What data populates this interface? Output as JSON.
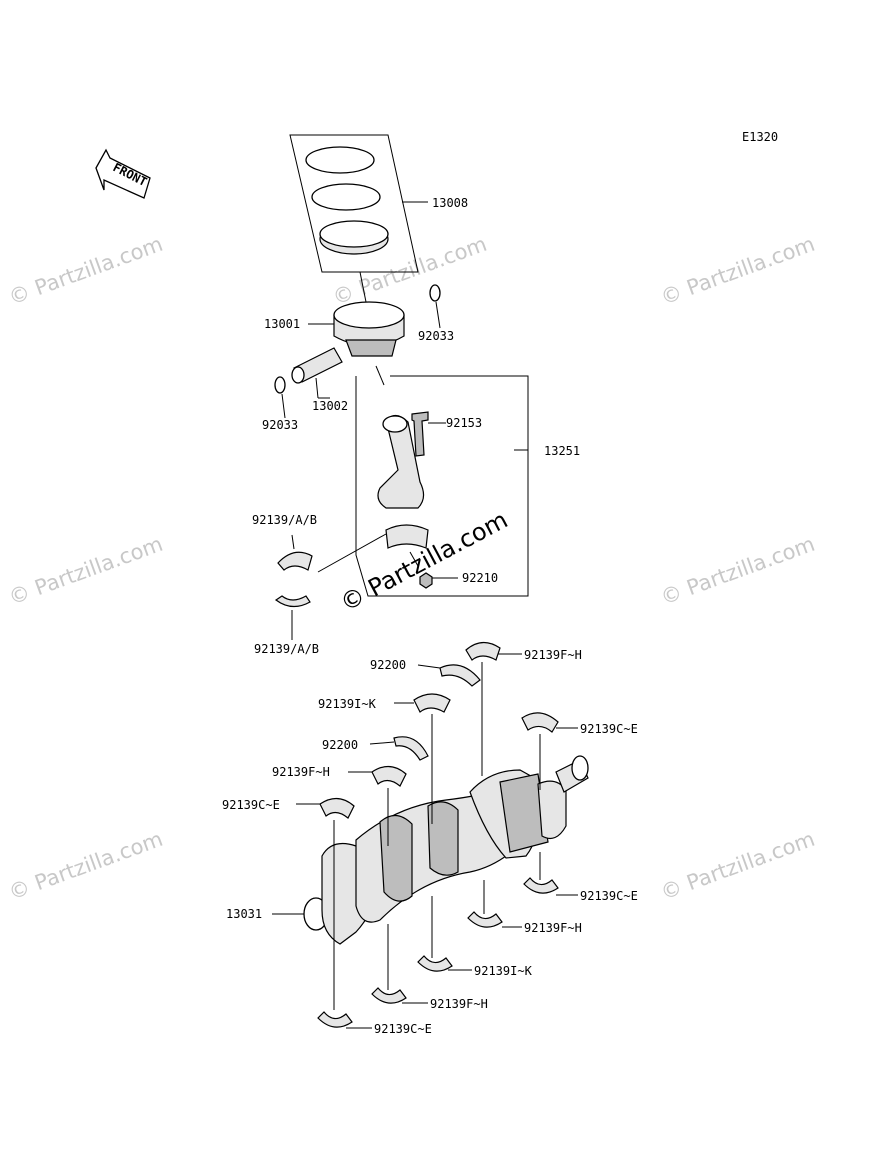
{
  "diagram_code": "E1320",
  "front_label": "FRONT",
  "watermark_text": "© Partzilla.com",
  "center_watermark": "© Partzilla.com",
  "parts": {
    "piston_ring_set": "13008",
    "piston": "13001",
    "piston_pin": "13002",
    "snap_ring_right": "92033",
    "snap_ring_left": "92033",
    "conrod_bolt": "92153",
    "connecting_rod": "13251",
    "conrod_bearing_upper": "92139/A/B",
    "conrod_bearing_lower": "92139/A/B",
    "conrod_nut": "92210",
    "thrust_washer_upper": "92200",
    "thrust_washer_lower": "92200",
    "main_bearing_fh_1": "92139F~H",
    "main_bearing_ik_1": "92139I~K",
    "main_bearing_ce_1": "92139C~E",
    "main_bearing_fh_2": "92139F~H",
    "main_bearing_ce_2": "92139C~E",
    "crankshaft": "13031",
    "main_bearing_ce_3": "92139C~E",
    "main_bearing_fh_3": "92139F~H",
    "main_bearing_ik_2": "92139I~K",
    "main_bearing_fh_4": "92139F~H",
    "main_bearing_ce_4": "92139C~E"
  }
}
